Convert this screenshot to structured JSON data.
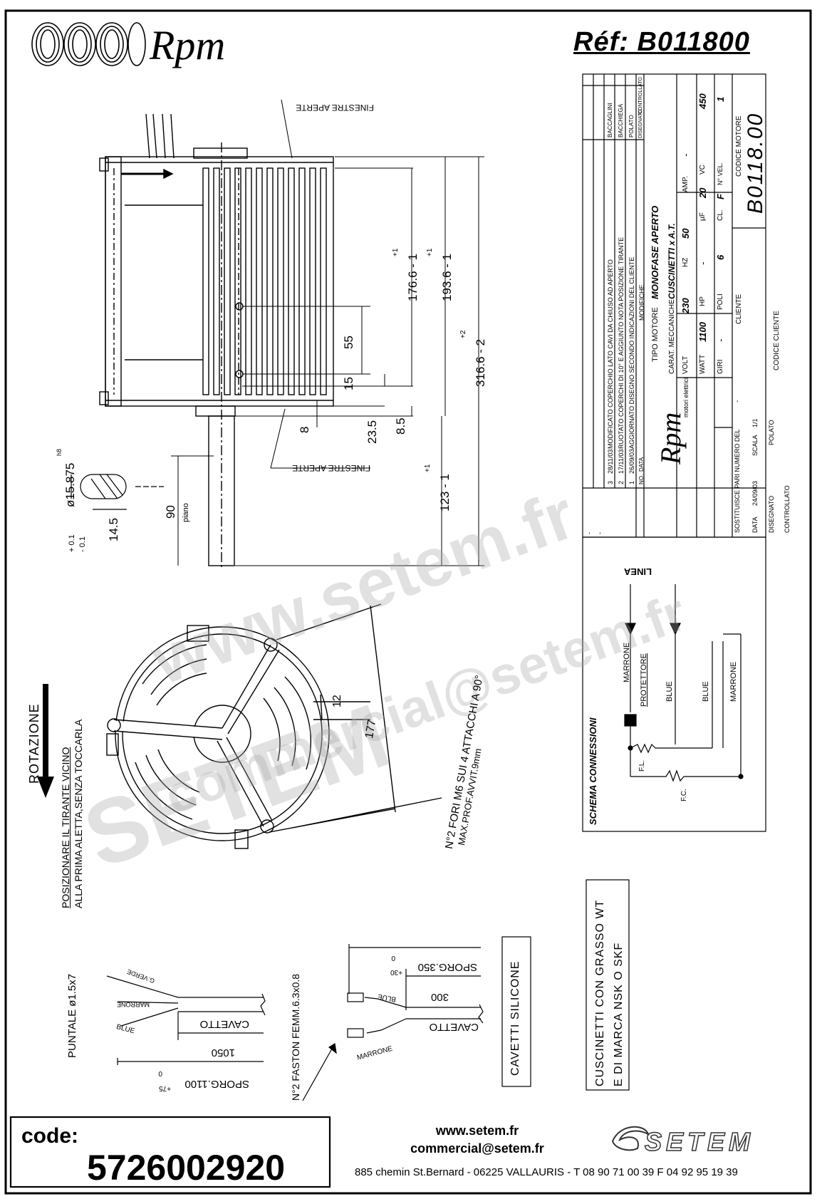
{
  "header": {
    "brand": "Rpm",
    "reference": "Réf:  B011800"
  },
  "drawing": {
    "window_label": "FINESTRE APERTE",
    "dims": {
      "d176": "176.6 - 1",
      "d176_tol": "+1",
      "d193": "193.6 - 1",
      "d193_tol": "+1",
      "d316": "316.6 - 2",
      "d316_tol": "+2",
      "d123": "123 - 1",
      "d123_tol": "+1",
      "d55": "55",
      "d15": "15",
      "d23": "23.5",
      "d8_5": "8.5",
      "d8": "8",
      "d90": "90",
      "piano": "piano",
      "shaft_dia": "ø15.875",
      "shaft_fit": "h8",
      "flat": "14.5",
      "flat_tol1": "+ 0.1",
      "flat_tol2": "- 0.1",
      "d12": "12",
      "d177": "177"
    },
    "holes_note1": "N°2 FORI M6 SUI 4 ATTACCHI A 90°",
    "holes_note2": "MAX.PROF.AVVIT.9mm",
    "rotation": "ROTAZIONE",
    "position_note1": "POSIZIONARE IL TIRANTE VICINO",
    "position_note2": "ALLA PRIMA ALETTA,SENZA TOCCARLA"
  },
  "title_block": {
    "revisions": [
      {
        "n": "-",
        "date": "-",
        "text": "-",
        "by": "-"
      },
      {
        "n": "-",
        "date": "-",
        "text": "-",
        "by": "-"
      },
      {
        "n": "3",
        "date": "28/11/03",
        "text": "MODIFICATO COPERCHIO LATO CAVI DA CHIUSO AD APERTO",
        "by": "BACCAGLINI"
      },
      {
        "n": "2",
        "date": "17/11/03",
        "text": "RUOTATO COPERCHI DI 10° E AGGIUNTO NOTA POSIZIONE TIRANTE",
        "by": "BACCHIEGA"
      },
      {
        "n": "1",
        "date": "26/09/03",
        "text": "AGGIORNATO DISEGNO SECONDO INDICAZIONI DEL CLIENTE",
        "by": "POLATO"
      }
    ],
    "rev_headers": {
      "n": "NO.",
      "date": "DATA",
      "text": "MODIFICHE",
      "drawn": "DISEGNATO",
      "checked": "CONTROLLATO"
    },
    "company_brand": "Rpm",
    "company_sub": "motori elettrici",
    "tipo_label": "TIPO MOTORE",
    "tipo": "MONOFASE APERTO",
    "carat_label": "CARAT. MECCANICHE",
    "carat": "CUSCINETTI x A.T.",
    "specs": [
      {
        "k": "VOLT",
        "v": "230",
        "k2": "HZ",
        "v2": "50",
        "k3": "AMP.",
        "v3": "-"
      },
      {
        "k": "WATT",
        "v": "1100",
        "k2": "HP",
        "v2": "-",
        "k3": "µF",
        "v3": "20",
        "k4": "VC",
        "v4": "450"
      },
      {
        "k": "GIRI",
        "v": "-",
        "k2": "POLI",
        "v2": "6",
        "k3": "CL.",
        "v3": "F",
        "k4": "N° VEL.",
        "v4": "1"
      }
    ],
    "sostituisce": "SOSTITUISCE PARI NUMERO DEL",
    "sostituisce_v": "-",
    "data_label": "DATA",
    "data_v": "24/09/03",
    "scala_label": "SCALA",
    "scala_v": "1/1",
    "disegnato_label": "DISEGNATO",
    "disegnato_v": "POLATO",
    "controllato_label": "CONTROLLATO",
    "cliente_label": "CLIENTE",
    "codice_cliente_label": "CODICE CLIENTE",
    "codice_motore_label": "CODICE MOTORE",
    "codice_motore": "B0118.00"
  },
  "schema": {
    "title": "SCHEMA CONNESSIONI",
    "linea": "LINEA",
    "marrone": "MARRONE",
    "protettore": "PROTETTORE",
    "blue": "BLUE",
    "blue2": "BLUE",
    "marrone2": "MARRONE",
    "fl": "F.L.",
    "fc": "F.C."
  },
  "notes": {
    "bearings1": "CUSCINETTI CON GRASSO WT",
    "bearings2": "E DI MARCA NSK O SKF",
    "silicone": "CAVETTI SILICONE"
  },
  "cables_left": {
    "puntale": "PUNTALE ø1.5x7",
    "verde": "G.VERDE",
    "marrone": "MARRONE",
    "blue": "BLUE",
    "cavetto": "CAVETTO",
    "d1050": "1050",
    "sporg": "SPORG.1100",
    "sporg_tol1": "0",
    "sporg_tol2": "+75"
  },
  "cables_right": {
    "faston": "N°2 FASTON FEMM.6.3x0.8",
    "blue": "BLUE",
    "marrone": "MARRONE",
    "cavetto": "CAVETTO",
    "d300": "300",
    "sporg": "SPORG.350",
    "sporg_tol1": "0",
    "sporg_tol2": "+30"
  },
  "footer": {
    "code_label": "code:",
    "code": "5726002920",
    "web": "www.setem.fr",
    "mail": "commercial@setem.fr",
    "address": "885 chemin St.Bernard  -  06225 VALLAURIS  -  T 08 90 71 00 39   F 04 92 95 19 39",
    "logo": "SETEM"
  },
  "watermark": {
    "url": "www.setem.fr",
    "name": "SETEM",
    "mail": "commercial@setem.fr"
  }
}
